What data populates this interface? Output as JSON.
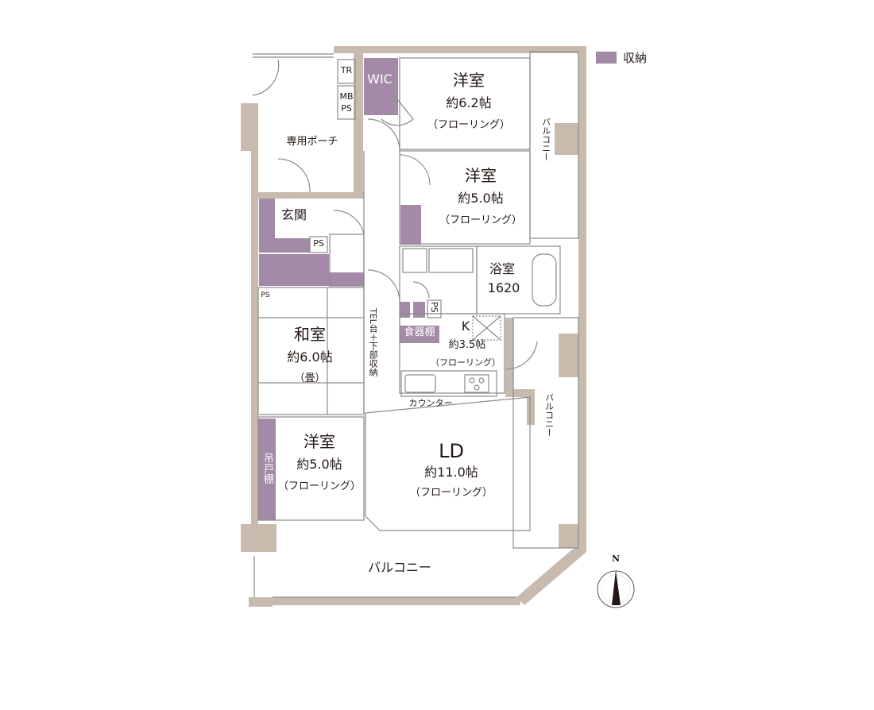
{
  "legend": {
    "storage_label": "収納",
    "storage_color": "#a38aa6"
  },
  "colors": {
    "wall": "#c8bbad",
    "storage": "#a38aa6",
    "line": "#8a8a8a"
  },
  "rooms": {
    "western_top": {
      "name": "洋室",
      "size": "約6.2帖",
      "floor": "（フローリング）"
    },
    "western_mid": {
      "name": "洋室",
      "size": "約5.0帖",
      "floor": "（フローリング）"
    },
    "japanese": {
      "name": "和室",
      "size": "約6.0帖",
      "floor": "（畳）"
    },
    "western_bottom": {
      "name": "洋室",
      "size": "約5.0帖",
      "floor": "（フローリング）"
    },
    "ld": {
      "name": "LD",
      "size": "約11.0帖",
      "floor": "（フローリング）"
    },
    "kitchen": {
      "name": "K",
      "size": "約3.5帖",
      "floor": "（フローリング）"
    },
    "bath": {
      "name": "浴室",
      "size": "1620"
    },
    "entrance": {
      "name": "玄関"
    },
    "porch": {
      "name": "専用ポーチ"
    }
  },
  "small_labels": {
    "tr": "TR",
    "mb": "MB",
    "mb_ps": "PS",
    "wic": "WIC",
    "ps_entrance": "PS",
    "ps_left": "PS",
    "ps_kitchen": "PS",
    "tel": "TEL台＋下部収納",
    "dish": "食器棚",
    "counter": "カウンター",
    "hanging": "吊戸棚"
  },
  "balconies": {
    "top_right": "バルコニー",
    "right": "バルコニー",
    "bottom": "バルコニー"
  },
  "compass": {
    "north": "N"
  }
}
